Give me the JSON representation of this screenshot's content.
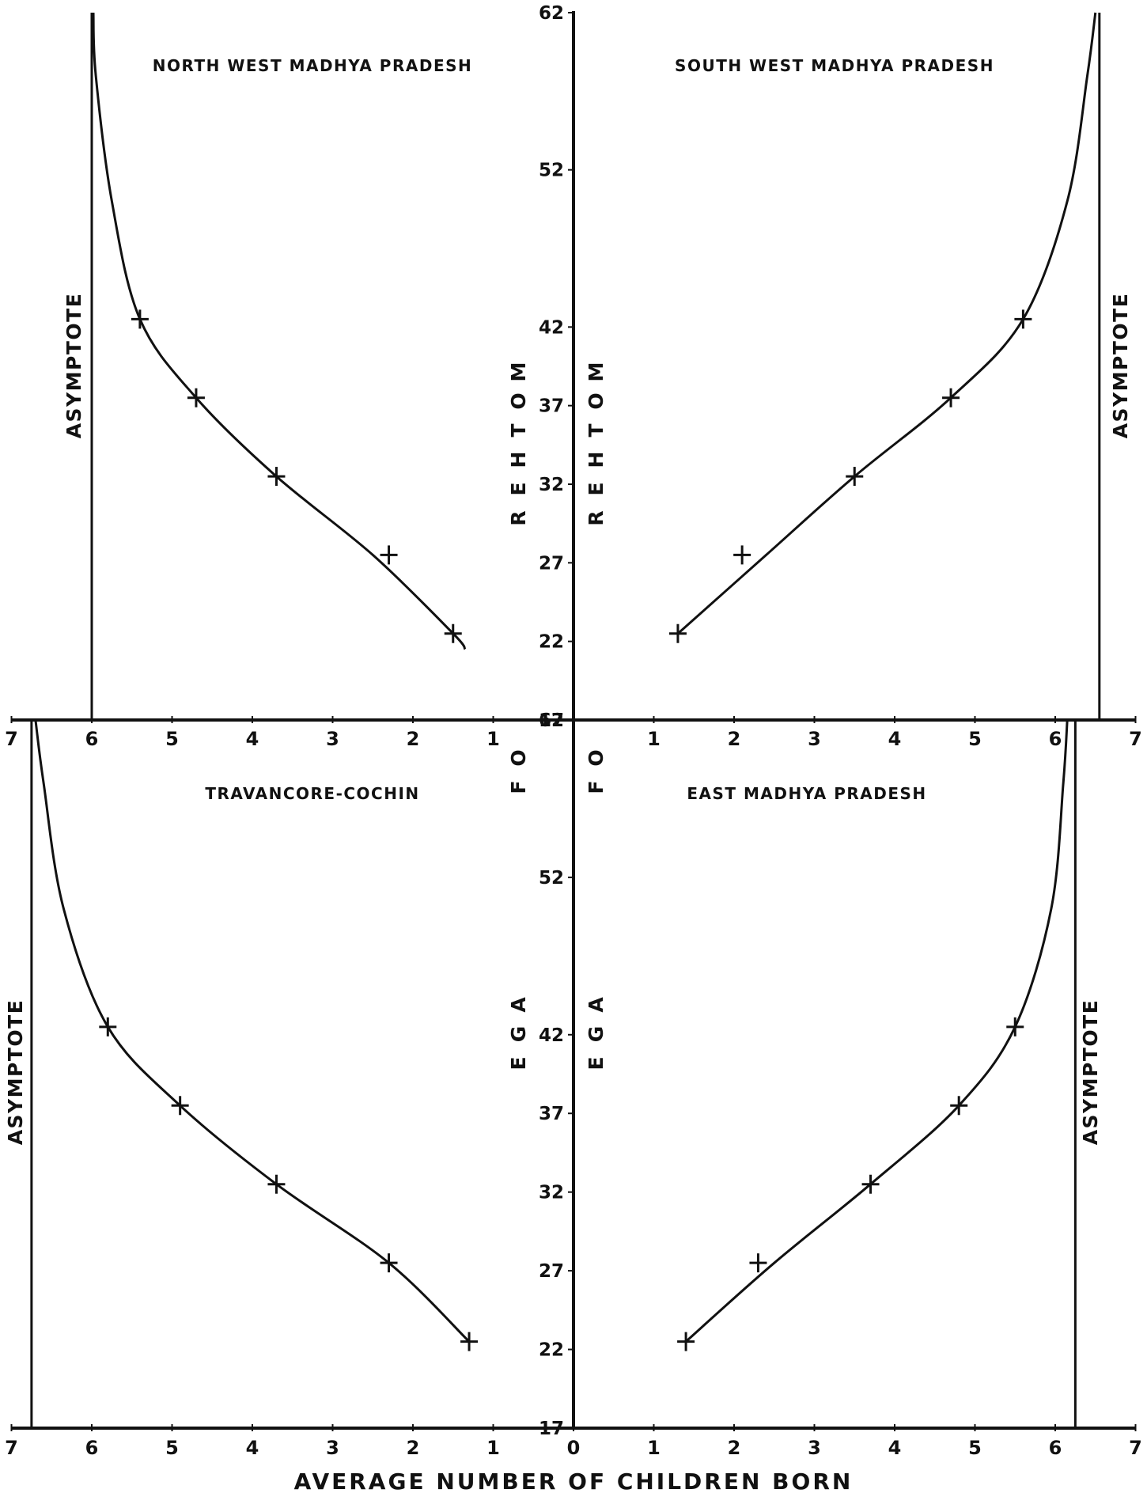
{
  "chart_data": [
    {
      "type": "line",
      "title": "NORTH WEST MADHYA PRADESH",
      "x": [
        1.5,
        2.3,
        3.7,
        4.7,
        5.4
      ],
      "y": [
        22.5,
        27.5,
        32.5,
        37.5,
        42.5
      ],
      "fitted_curve": {
        "x": [
          1.35,
          1.5,
          2.5,
          3.7,
          4.7,
          5.4,
          5.75,
          5.95,
          5.98
        ],
        "y": [
          21.5,
          22.5,
          27.5,
          32.5,
          37.5,
          42.5,
          50,
          58,
          62
        ]
      },
      "asymptote_x": 6.0,
      "asymptote_label": "ASYMPTOTE",
      "xlim": [
        7,
        0
      ],
      "ylim": [
        17,
        62
      ],
      "xticks": [
        7,
        6,
        5,
        4,
        3,
        2,
        1
      ],
      "yticks": [
        17,
        22,
        27,
        32,
        37,
        42,
        52,
        62
      ]
    },
    {
      "type": "line",
      "title": "SOUTH WEST MADHYA PRADESH",
      "x": [
        1.3,
        2.1,
        3.5,
        4.7,
        5.6
      ],
      "y": [
        22.5,
        27.5,
        32.5,
        37.5,
        42.5
      ],
      "fitted_curve": {
        "x": [
          1.3,
          2.4,
          3.5,
          4.7,
          5.6,
          6.15,
          6.4,
          6.5
        ],
        "y": [
          22.5,
          27.5,
          32.5,
          37.5,
          42.5,
          50,
          58,
          62
        ]
      },
      "asymptote_x": 6.55,
      "asymptote_label": "ASYMPTOTE",
      "xlim": [
        0,
        7
      ],
      "ylim": [
        17,
        62
      ],
      "xticks": [
        1,
        2,
        3,
        4,
        5,
        6,
        7
      ]
    },
    {
      "type": "line",
      "title": "TRAVANCORE-COCHIN",
      "x": [
        1.3,
        2.3,
        3.7,
        4.9,
        5.8
      ],
      "y": [
        22.5,
        27.5,
        32.5,
        37.5,
        42.5
      ],
      "fitted_curve": {
        "x": [
          1.3,
          2.3,
          3.7,
          4.9,
          5.8,
          6.35,
          6.6,
          6.7
        ],
        "y": [
          22.5,
          27.5,
          32.5,
          37.5,
          42.5,
          50,
          58,
          62
        ]
      },
      "asymptote_x": 6.75,
      "asymptote_label": "ASYMPTOTE",
      "xlim": [
        7,
        0
      ],
      "ylim": [
        17,
        62
      ],
      "xticks": [
        "7",
        "6",
        "5",
        "4",
        "3",
        "2",
        "1"
      ],
      "yticks": [
        17,
        22,
        27,
        32,
        37,
        42,
        52,
        62
      ]
    },
    {
      "type": "line",
      "title": "EAST MADHYA PRADESH",
      "x": [
        1.4,
        2.3,
        3.7,
        4.8,
        5.5
      ],
      "y": [
        22.5,
        27.5,
        32.5,
        37.5,
        42.5
      ],
      "fitted_curve": {
        "x": [
          1.4,
          2.5,
          3.7,
          4.8,
          5.5,
          5.95,
          6.1,
          6.15
        ],
        "y": [
          22.5,
          27.5,
          32.5,
          37.5,
          42.5,
          50,
          58,
          62
        ]
      },
      "asymptote_x": 6.25,
      "asymptote_label": "ASYMPTOTE",
      "xlim": [
        0,
        7
      ],
      "ylim": [
        17,
        62
      ],
      "xticks": [
        0,
        1,
        2,
        3,
        4,
        5,
        6,
        7
      ]
    }
  ],
  "labels": {
    "y_axis_words": [
      "MOTHER",
      "OF",
      "AGE"
    ],
    "x_axis_label": "AVERAGE NUMBER OF CHILDREN BORN"
  }
}
